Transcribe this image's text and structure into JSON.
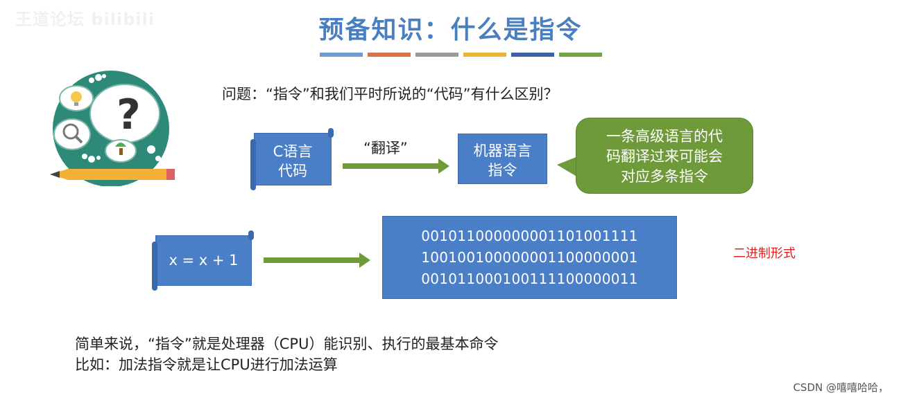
{
  "watermark": "王道论坛 bilibili",
  "title": "预备知识：什么是指令",
  "title_stripe_colors": [
    "#6b9bd1",
    "#d9704a",
    "#9a9a9a",
    "#e8b535",
    "#3b62a8",
    "#6fa544"
  ],
  "question": "问题：“指令”和我们平时所说的“代码”有什么区别？",
  "row1": {
    "source_label_line1": "C语言",
    "source_label_line2": "代码",
    "arrow_label": "“翻译”",
    "target_label_line1": "机器语言",
    "target_label_line2": "指令",
    "bubble_line1": "一条高级语言的代",
    "bubble_line2": "码翻译过来可能会",
    "bubble_line3": "对应多条指令"
  },
  "row2": {
    "expression": "x = x + 1",
    "binary_lines": [
      "001011000000001101001111",
      "100100100000001100000001",
      "001011000100111100000011"
    ],
    "binary_label": "二进制形式"
  },
  "summary_line1": "简单来说，“指令”就是处理器（CPU）能识别、执行的最基本命令",
  "summary_line2": "比如：加法指令就是让CPU进行加法运算",
  "credit": "CSDN @嘻嘻哈哈，",
  "colors": {
    "title": "#4a7fbf",
    "scroll": "#4a7ec7",
    "arrow": "#6e9a3a",
    "bubble": "#6e9a3a",
    "binary_label": "#e02020"
  }
}
